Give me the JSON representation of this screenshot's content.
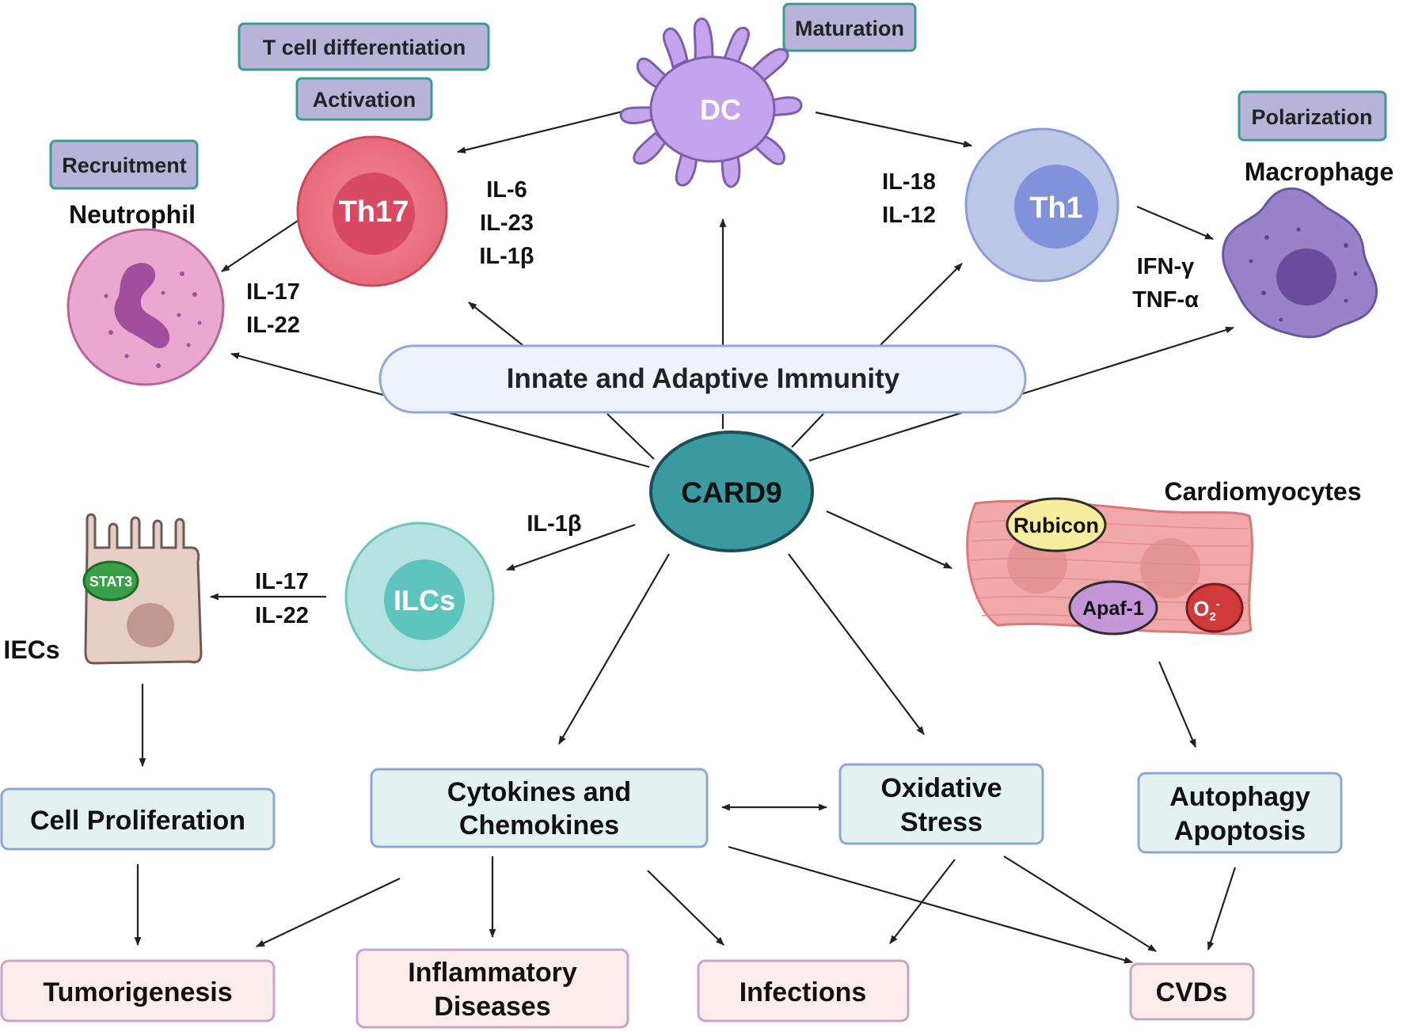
{
  "center": {
    "label": "CARD9"
  },
  "immunity": {
    "label": "Innate and Adaptive Immunity"
  },
  "tags": {
    "t_cell_differentiation": "T cell differentiation",
    "activation": "Activation",
    "maturation": "Maturation",
    "polarization": "Polarization",
    "recruitment": "Recruitment"
  },
  "cells": {
    "dc": "DC",
    "th17": "Th17",
    "th1": "Th1",
    "ilcs": "ILCs",
    "stat3": "STAT3",
    "rubicon": "Rubicon",
    "apaf1": "Apaf-1",
    "o2": "O",
    "o2_sub": "2",
    "o2_sup": "-"
  },
  "cell_names": {
    "neutrophil": "Neutrophil",
    "macrophage": "Macrophage",
    "cardiomyocytes": "Cardiomyocytes",
    "iecs": "IECs"
  },
  "cytokines": {
    "th17_to_neutrophil": [
      "IL-17",
      "IL-22"
    ],
    "dc_to_th17": [
      "IL-6",
      "IL-23",
      "IL-1β"
    ],
    "dc_to_th1": [
      "IL-18",
      "IL-12"
    ],
    "th1_to_macrophage": [
      "IFN-γ",
      "TNF-α"
    ],
    "card9_to_ilcs": [
      "IL-1β"
    ],
    "ilcs_to_iecs": [
      "IL-17",
      "IL-22"
    ]
  },
  "processes": {
    "cell_proliferation": "Cell Proliferation",
    "cytokines_chemokines": [
      "Cytokines and",
      "Chemokines"
    ],
    "oxidative_stress": [
      "Oxidative",
      "Stress"
    ],
    "autophagy_apoptosis": [
      "Autophagy",
      "Apoptosis"
    ]
  },
  "outcomes": {
    "tumorigenesis": "Tumorigenesis",
    "inflammatory_diseases": [
      "Inflammatory",
      "Diseases"
    ],
    "infections": "Infections",
    "cvds": "CVDs"
  },
  "colors": {
    "tag_fill": "#b8b3d9",
    "tag_stroke": "#3c9a94",
    "card9_fill": "#3b9aa0",
    "process_fill": "#e3f2f1",
    "process_stroke": "#8ea6d6",
    "outcome_fill": "#fdecec",
    "outcome_stroke": "#c8a4c8"
  }
}
